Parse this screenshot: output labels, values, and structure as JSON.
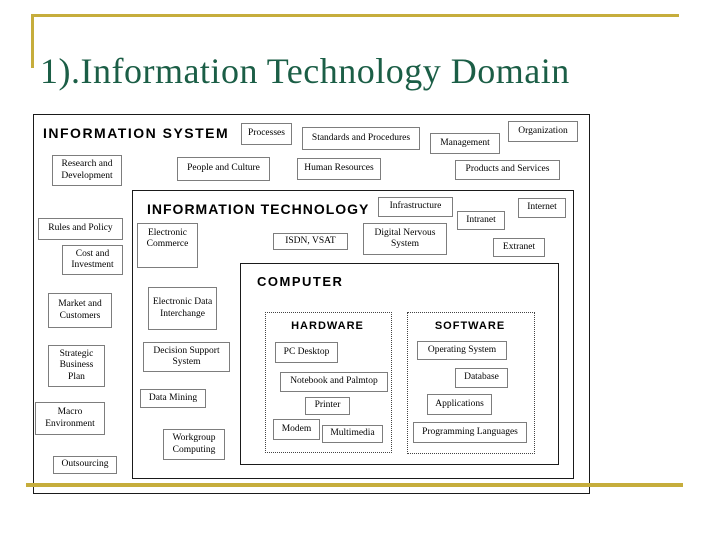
{
  "slide": {
    "title": "1).Information Technology Domain"
  },
  "colors": {
    "title_green": "#1B5E46",
    "accent_gold": "#C6AD3C",
    "box_border_gray": "#7d7d7d",
    "container_border": "#1a1a1a"
  },
  "containers": {
    "information_system": "INFORMATION SYSTEM",
    "information_technology": "INFORMATION TECHNOLOGY",
    "computer": "COMPUTER",
    "hardware": "HARDWARE",
    "software": "SOFTWARE"
  },
  "boxes": {
    "processes": "Processes",
    "standards_procedures": "Standards and Procedures",
    "management": "Management",
    "organization": "Organization",
    "research_development": "Research and Development",
    "people_culture": "People and Culture",
    "human_resources": "Human Resources",
    "products_services": "Products and Services",
    "rules_policy": "Rules and Policy",
    "cost_investment": "Cost and Investment",
    "market_customers": "Market and Customers",
    "strategic_business_plan": "Strategic Business Plan",
    "macro_environment": "Macro Environment",
    "outsourcing": "Outsourcing",
    "electronic_commerce": "Electronic Commerce",
    "isdn_vsat": "ISDN, VSAT",
    "infrastructure": "Infrastructure",
    "intranet": "Intranet",
    "internet": "Internet",
    "digital_nervous_system": "Digital Nervous System",
    "extranet": "Extranet",
    "electronic_data_interchange": "Electronic Data Interchange",
    "decision_support_system": "Decision Support System",
    "data_mining": "Data Mining",
    "workgroup_computing": "Workgroup Computing",
    "pc_desktop": "PC Desktop",
    "notebook_palmtop": "Notebook and Palmtop",
    "printer": "Printer",
    "modem": "Modem",
    "multimedia": "Multimedia",
    "operating_system": "Operating System",
    "database": "Database",
    "applications": "Applications",
    "programming_languages": "Programming Languages"
  }
}
